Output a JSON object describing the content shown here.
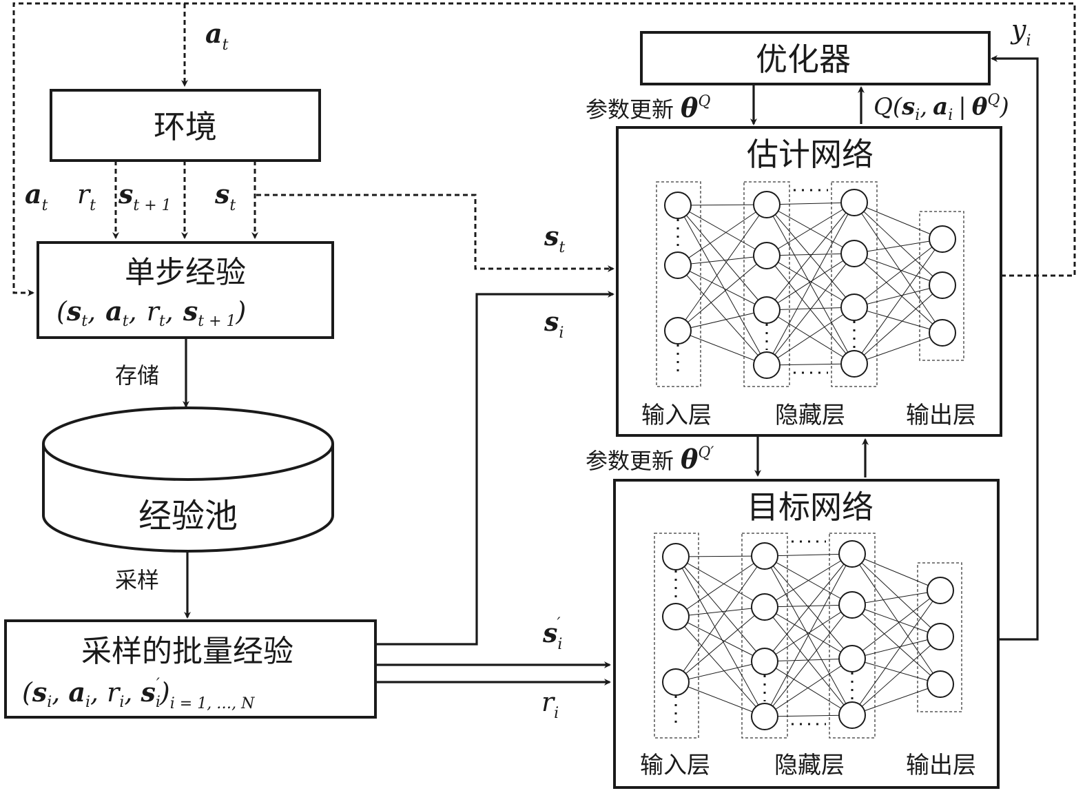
{
  "nodes": {
    "environment": "环境",
    "single_experience": "单步经验",
    "single_tuple": {
      "open": "(",
      "s": "s",
      "t": "t",
      "a": "a",
      "r": "r",
      "t1": "t + 1",
      "sep": ",",
      "close": ")"
    },
    "pool": "经验池",
    "batch": "采样的批量经验",
    "batch_tuple": {
      "open": "(",
      "s": "s",
      "a": "a",
      "r": "r",
      "i": "i",
      "prime": "′",
      "close": ")",
      "range": "i = 1, …, N",
      "sep": ","
    },
    "optimizer": "优化器",
    "estimate_net": "估计网络",
    "target_net": "目标网络"
  },
  "layers": {
    "input": "输入层",
    "hidden": "隐藏层",
    "output": "输出层"
  },
  "edge_labels": {
    "store": "存储",
    "sample": "采样",
    "param_update": "参数更新",
    "theta": "θ",
    "Q": "Q",
    "Q_prime": "Q′",
    "q_expr": {
      "Q": "Q",
      "open": "(",
      "s": "s",
      "i": "i",
      "sep": ",",
      "a": "a",
      "bar": "|",
      "theta": "θ",
      "sup": "Q",
      "close": ")"
    },
    "y": "y",
    "i": "i",
    "a": "a",
    "r": "r",
    "s": "s",
    "t": "t",
    "t1": "t + 1",
    "prime": "′"
  },
  "network": {
    "layer_sizes": [
      3,
      4,
      4,
      3
    ]
  }
}
